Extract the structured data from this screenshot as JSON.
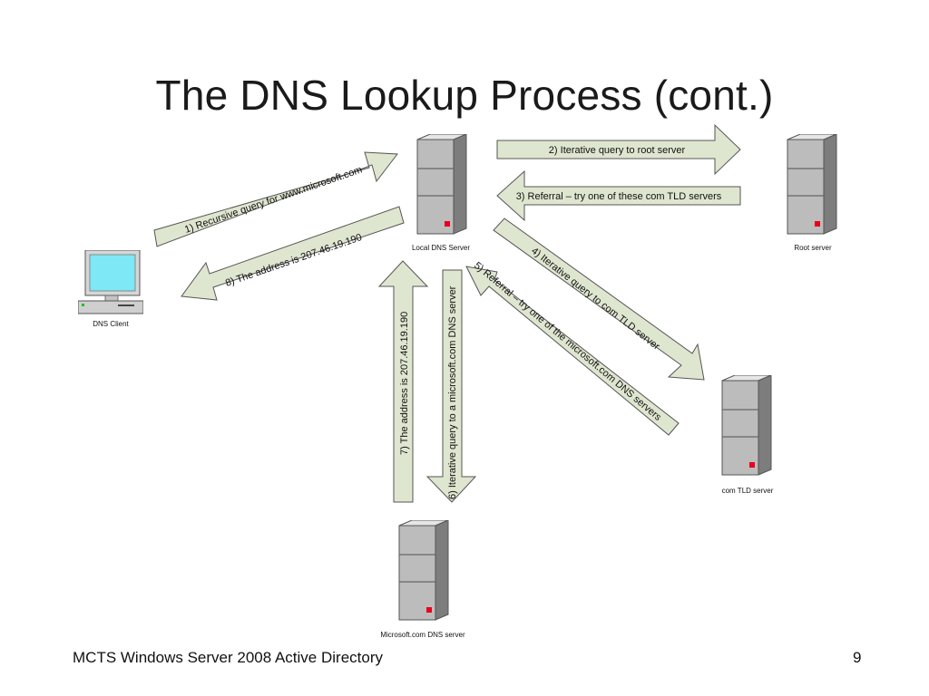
{
  "slide": {
    "title": "The DNS Lookup Process (cont.)",
    "footer": "MCTS Windows Server 2008 Active Directory",
    "page_number": "9"
  },
  "nodes": {
    "local": "Local DNS Server",
    "root": "Root server",
    "tld": "com TLD server",
    "msdns": "Microsoft.com DNS server",
    "client": "DNS Client"
  },
  "arrows": {
    "a1": "1) Recursive query for www.microsoft.com",
    "a2": "2) Iterative query to root server",
    "a3": "3) Referral – try one of these com TLD servers",
    "a4": "4) Iterative query to  com TLD server",
    "a5": "5) Referral – try one of the microsoft.com DNS servers",
    "a6": "6) Iterative query to a microsoft.com DNS server",
    "a7": "7) The address is 207.46.19.190",
    "a8": "8) The address is 207.46.19.190"
  },
  "colors": {
    "arrow_fill": "#dfe6d0",
    "server_body": "#b9b9b9",
    "indicator": "#e8001c",
    "screen": "#7ee8f6"
  }
}
